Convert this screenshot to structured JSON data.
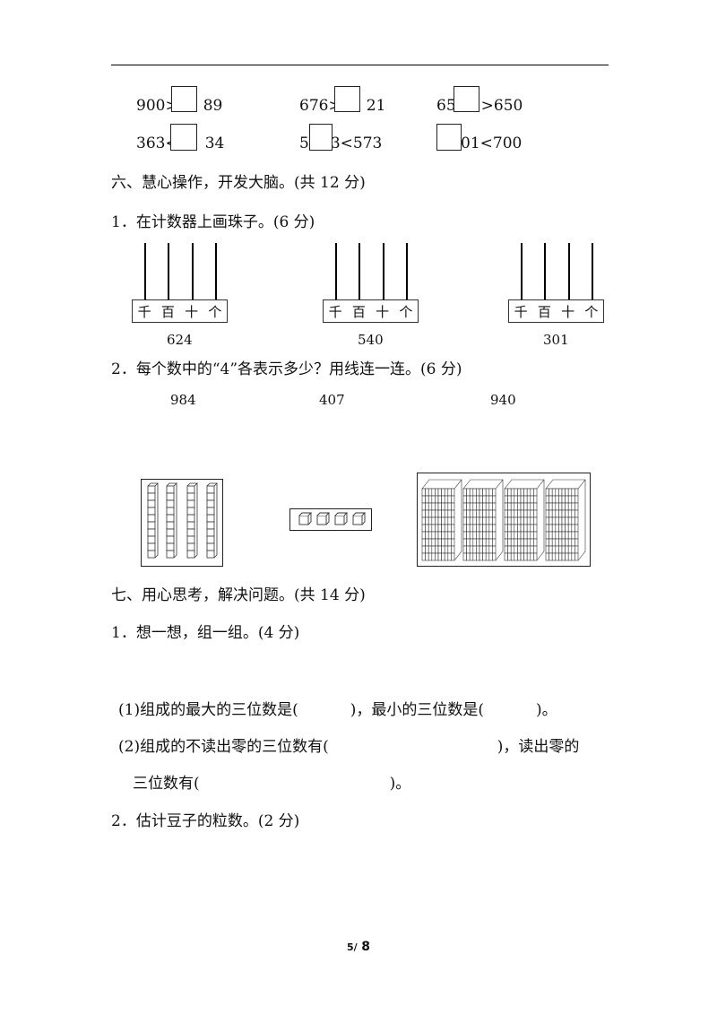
{
  "compare": {
    "r1c1": {
      "left": "900>",
      "right": "89"
    },
    "r1c2": {
      "left": "676>",
      "right": "21"
    },
    "r1c3": {
      "left": "65",
      "right": ">650"
    },
    "r2c1": {
      "left": "363<",
      "right": "34"
    },
    "r2c2": {
      "left": "5",
      "right": "3<573"
    },
    "r2c3": {
      "left": "",
      "right": "01<700"
    }
  },
  "section6": {
    "title": "六、慧心操作，开发大脑。(共 12 分)",
    "q1": "1．在计数器上画珠子。(6 分)",
    "abacus_labels": [
      "千",
      "百",
      "十",
      "个"
    ],
    "abacus_numbers": [
      "624",
      "540",
      "301"
    ],
    "q2": "2．每个数中的“4”各表示多少？用线连一连。(6 分)",
    "q2_numbers": [
      "984",
      "407",
      "940"
    ]
  },
  "section7": {
    "title": "七、用心思考，解决问题。(共 14 分)",
    "q1": "1．想一想，组一组。(4 分)",
    "l1a": "(1)组成的最大的三位数是(",
    "l1b": ")，最小的三位数是(",
    "l1c": ")。",
    "l2a": "(2)组成的不读出零的三位数有(",
    "l2b": ")，读出零的",
    "l3a": "三位数有(",
    "l3b": ")。",
    "q2": "2．估计豆子的粒数。(2 分)"
  },
  "footer": {
    "page": "5/",
    "total": "8"
  }
}
